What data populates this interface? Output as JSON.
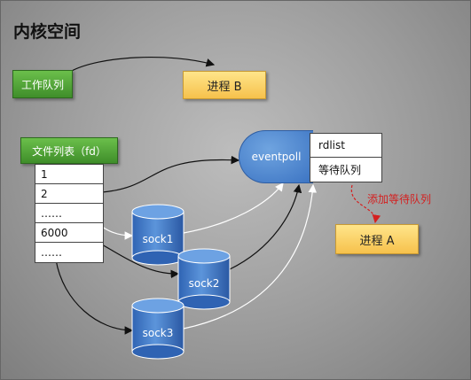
{
  "title": "内核空间",
  "work_queue": "工作队列",
  "process_b": "进程 B",
  "file_list_label": "文件列表（fd）",
  "fd_rows": [
    "1",
    "2",
    "……",
    "6000",
    "……"
  ],
  "eventpoll": "eventpoll",
  "ep_rows": [
    "rdlist",
    "等待队列"
  ],
  "add_wait": "添加等待队列",
  "process_a": "进程 A",
  "sockets": [
    "sock1",
    "sock2",
    "sock3"
  ],
  "colors": {
    "green": "#4f9e36",
    "yellow": "#f6c14c",
    "blue": "#3b73c2",
    "red": "#d42020"
  }
}
